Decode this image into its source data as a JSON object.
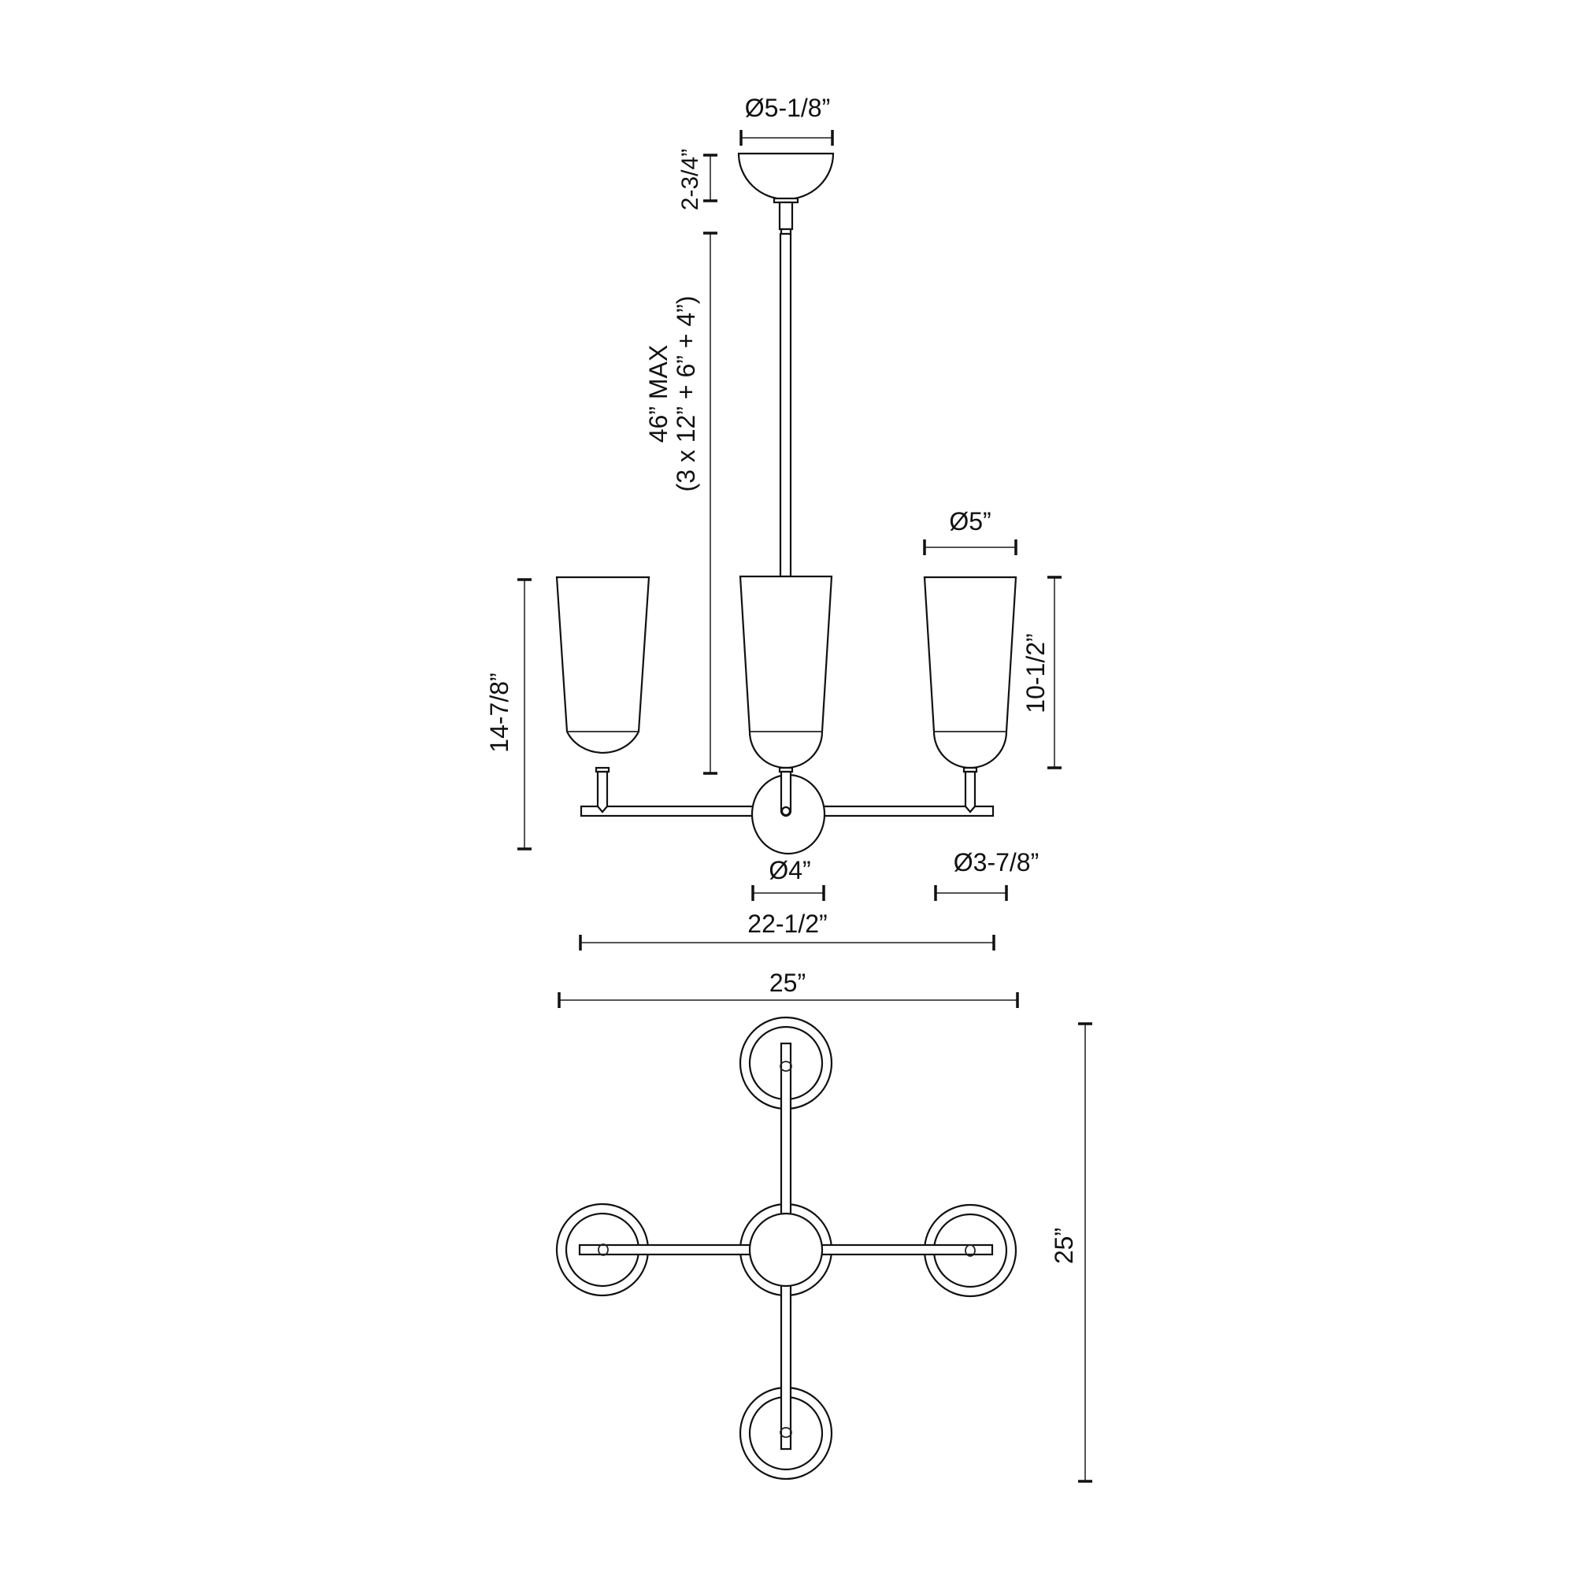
{
  "drawing": {
    "type": "dimension drawing",
    "subject": "three-light chandelier (side view and top view)",
    "line_color": "#111111",
    "background": "#ffffff"
  },
  "side_view": {
    "canopy": {
      "diameter_label": "Ø5-1/8”",
      "height_label": "2-3/4”"
    },
    "rod": {
      "max_length_label": "46” MAX",
      "rod_breakdown_label": "(3 x 12” + 6” + 4”)"
    },
    "shade": {
      "diameter_label": "Ø5”",
      "height_label": "10-1/2”"
    },
    "fixture_height_label": "14-7/8”",
    "hub_diameter_label": "Ø4”",
    "cup_diameter_label": "Ø3-7/8”",
    "arm_span_label": "22-1/2”",
    "overall_width_label": "25”"
  },
  "top_view": {
    "overall_depth_label": "25”",
    "ring_count": 4
  }
}
